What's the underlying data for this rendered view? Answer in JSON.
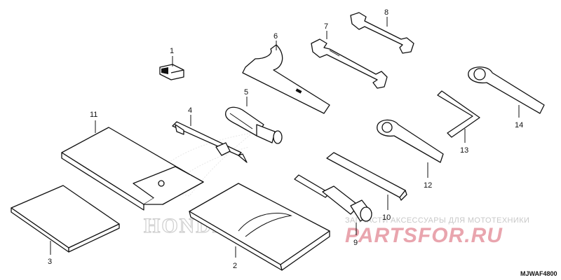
{
  "diagram": {
    "code": "MJWAF4800",
    "callouts": [
      "1",
      "2",
      "3",
      "4",
      "5",
      "6",
      "7",
      "8",
      "9",
      "10",
      "11",
      "12",
      "13",
      "14"
    ]
  },
  "watermark": {
    "caption": "ЗАПЧАСТИ АКСЕССУАРЫ ДЛЯ МОТОТЕХНИКИ",
    "brand": "PARTSFOR.RU",
    "emblem_text": "HONDA",
    "brand_color": "#e9a5ae"
  }
}
